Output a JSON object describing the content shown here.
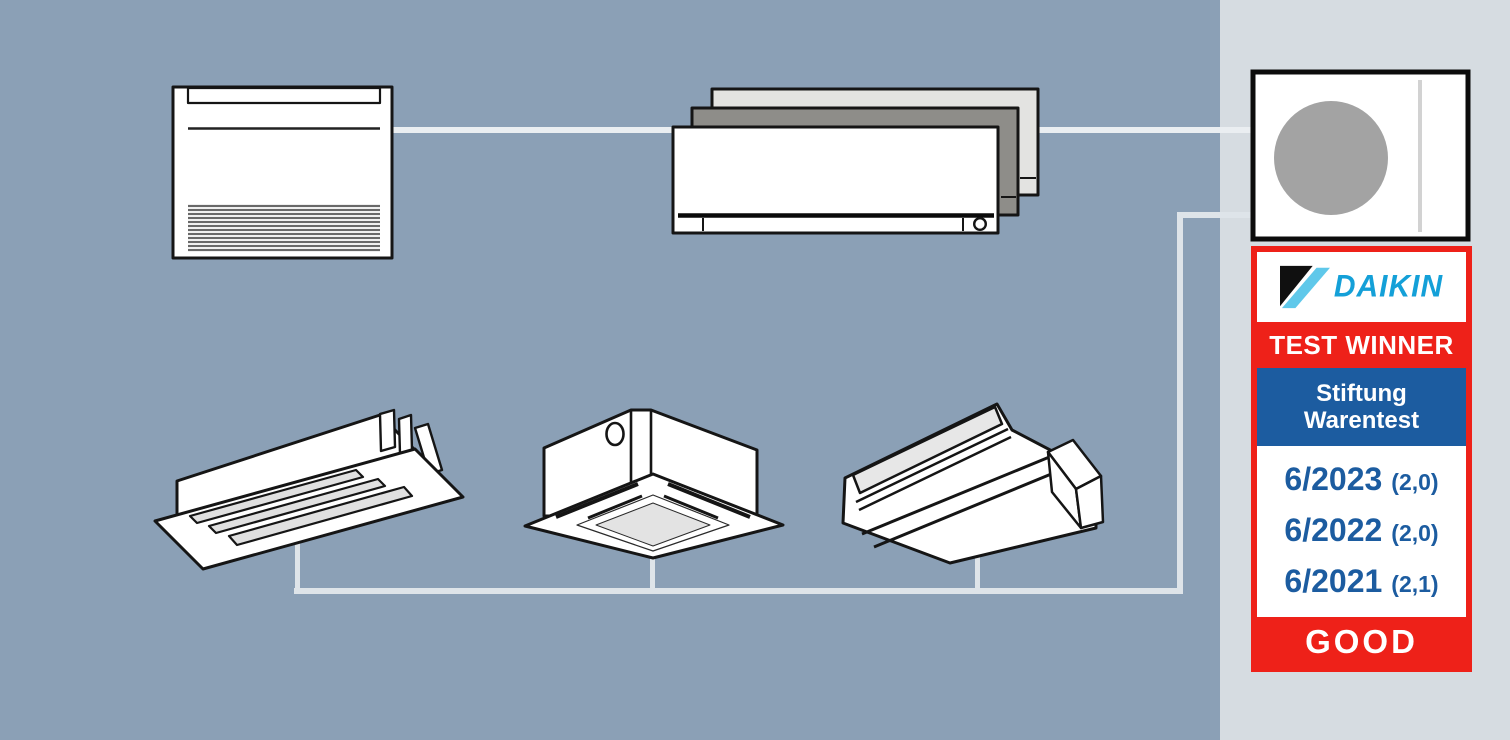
{
  "colors": {
    "background": "#8ba0b6",
    "panel": "#d6dce1",
    "line_top": "#eaeef1",
    "line": "#dee4e9",
    "fan_gray": "#a3a3a3",
    "wall_unit_back": "#e3e3e1",
    "wall_unit_middle": "#8e8d89"
  },
  "badge": {
    "brand": "DAIKIN",
    "award": "TEST WINNER",
    "organization": [
      "Stiftung",
      "Warentest"
    ],
    "results": [
      {
        "issue": "6/2023",
        "grade": "(2,0)"
      },
      {
        "issue": "6/2022",
        "grade": "(2,0)"
      },
      {
        "issue": "6/2021",
        "grade": "(2,1)"
      }
    ],
    "verdict": "GOOD",
    "colors": {
      "red": "#ee2119",
      "blue": "#1c5ca0",
      "daikin_blue": "#14a0d8",
      "daikin_slash": "#5fc8ea",
      "daikin_black": "#101010"
    }
  }
}
